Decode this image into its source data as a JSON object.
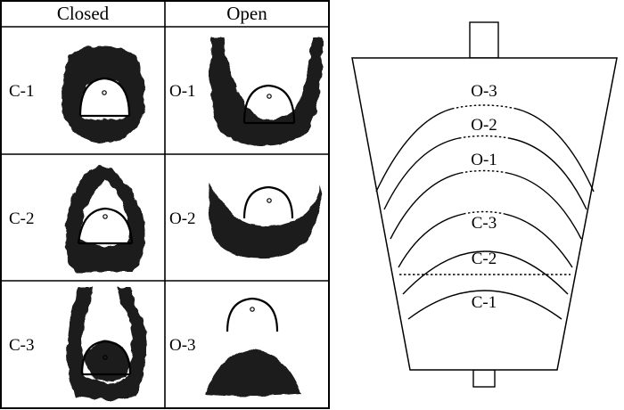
{
  "table": {
    "headers": {
      "closed": "Closed",
      "open": "Open"
    },
    "rows": [
      {
        "closed_label": "C-1",
        "open_label": "O-1"
      },
      {
        "closed_label": "C-2",
        "open_label": "O-2"
      },
      {
        "closed_label": "C-3",
        "open_label": "O-3"
      }
    ]
  },
  "diagram": {
    "curve_labels": [
      "O-3",
      "O-2",
      "O-1",
      "C-3",
      "C-2",
      "C-1"
    ]
  }
}
